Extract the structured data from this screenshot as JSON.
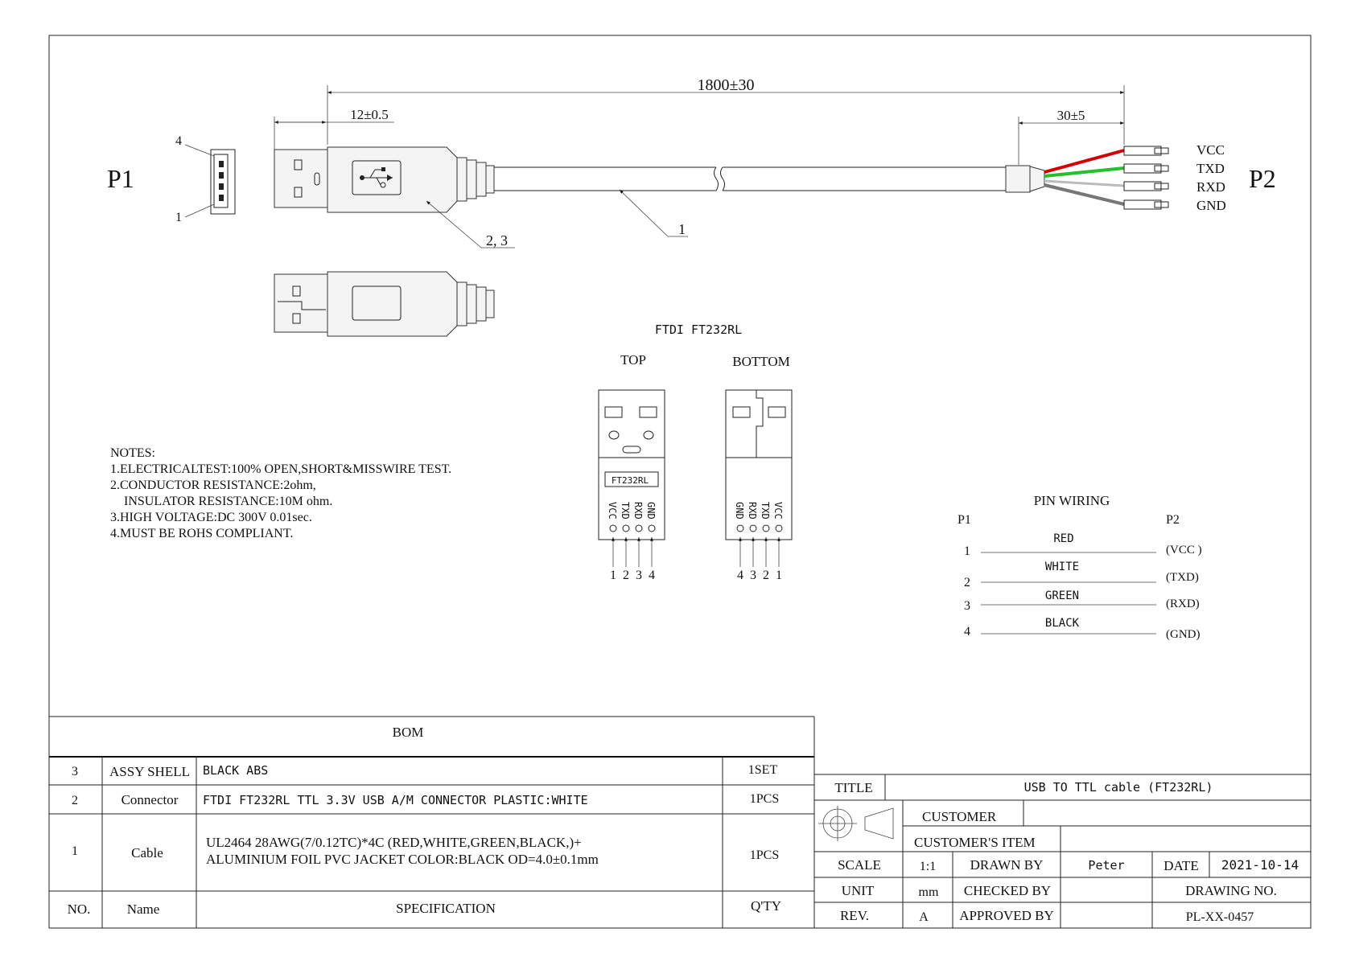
{
  "dimensions": {
    "overall": "1800±30",
    "plug": "12±0.5",
    "strip": "30±5"
  },
  "labels": {
    "p1": "P1",
    "p2": "P2",
    "pin4": "4",
    "pin1": "1",
    "callout_connector": "2, 3",
    "callout_cable": "1"
  },
  "p2_pins": [
    "VCC",
    "TXD",
    "RXD",
    "GND"
  ],
  "wire_colors": {
    "red": "#d40000",
    "green": "#22c02a",
    "white": "#bbbbbb",
    "black": "#777777"
  },
  "ftdi": {
    "title": "FTDI FT232RL",
    "top_label": "TOP",
    "bottom_label": "BOTTOM",
    "chip_label": "FT232RL",
    "top_pins": [
      "VCC",
      "TXD",
      "RXD",
      "GND"
    ],
    "bottom_pins": [
      "GND",
      "RXD",
      "TXD",
      "VCC"
    ],
    "top_numbers": [
      "1",
      "2",
      "3",
      "4"
    ],
    "bottom_numbers": [
      "4",
      "3",
      "2",
      "1"
    ]
  },
  "notes": {
    "heading": "NOTES:",
    "lines": [
      "1.ELECTRICALTEST:100% OPEN,SHORT&MISSWIRE TEST.",
      "2.CONDUCTOR RESISTANCE:2ohm,",
      "   INSULATOR RESISTANCE:10M ohm.",
      "3.HIGH VOLTAGE:DC 300V 0.01sec.",
      "4.MUST BE ROHS COMPLIANT."
    ]
  },
  "pin_wiring": {
    "title": "PIN WIRING",
    "p1": "P1",
    "p2": "P2",
    "rows": [
      {
        "p1": "1",
        "color": "RED",
        "p2": "(VCC )"
      },
      {
        "p1": "2",
        "color": "WHITE",
        "p2": "(TXD)"
      },
      {
        "p1": "3",
        "color": "GREEN",
        "p2": "(RXD)"
      },
      {
        "p1": "4",
        "color": "BLACK",
        "p2": "(GND)"
      }
    ]
  },
  "bom": {
    "title": "BOM",
    "rows": [
      {
        "no": "3",
        "name": "ASSY SHELL",
        "spec": "BLACK ABS",
        "qty": "1SET"
      },
      {
        "no": "2",
        "name": "Connector",
        "spec": "FTDI FT232RL TTL 3.3V  USB A/M CONNECTOR PLASTIC:WHITE",
        "qty": "1PCS"
      },
      {
        "no": "1",
        "name": "Cable",
        "spec_line1": "UL2464 28AWG(7/0.12TC)*4C (RED,WHITE,GREEN,BLACK,)+",
        "spec_line2": "ALUMINIUM FOIL PVC JACKET COLOR:BLACK OD=4.0±0.1mm",
        "qty": "1PCS"
      }
    ],
    "headers": {
      "no": "NO.",
      "name": "Name",
      "spec": "SPECIFICATION",
      "qty": "Q'TY"
    }
  },
  "title_block": {
    "title_label": "TITLE",
    "title_value": "USB TO TTL cable (FT232RL)",
    "customer_label": "CUSTOMER",
    "customer_item_label": "CUSTOMER'S ITEM",
    "scale_label": "SCALE",
    "scale_value": "1:1",
    "drawn_by_label": "DRAWN BY",
    "drawn_by_value": "Peter",
    "date_label": "DATE",
    "date_value": "2021-10-14",
    "unit_label": "UNIT",
    "unit_value": "mm",
    "checked_by_label": "CHECKED BY",
    "drawing_no_label": "DRAWING NO.",
    "rev_label": "REV.",
    "rev_value": "A",
    "approved_by_label": "APPROVED BY",
    "drawing_no_value": "PL-XX-0457"
  }
}
